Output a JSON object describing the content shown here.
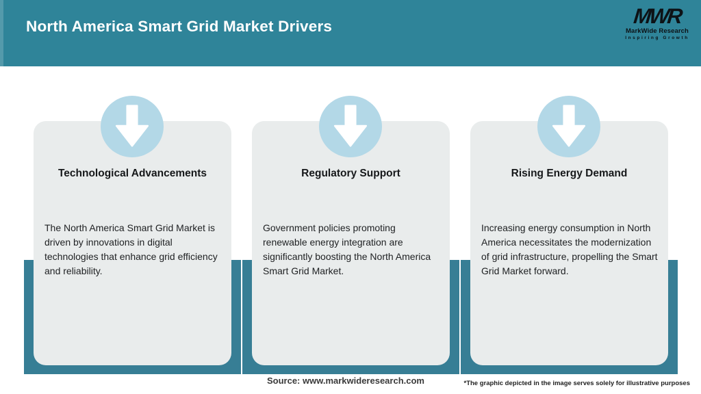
{
  "header": {
    "title": "North America Smart Grid Market Drivers",
    "logo": {
      "mark": "MWR",
      "name": "MarkWide Research",
      "tagline": "Inspiring Growth"
    }
  },
  "cards": [
    {
      "icon": "down-arrow-icon",
      "title": "Technological Advancements",
      "body": "The North America Smart Grid Market is driven by innovations in digital technologies that enhance grid efficiency and reliability."
    },
    {
      "icon": "down-arrow-icon",
      "title": "Regulatory Support",
      "body": "Government policies promoting renewable energy integration are significantly boosting the North America Smart Grid Market."
    },
    {
      "icon": "down-arrow-icon",
      "title": "Rising Energy Demand",
      "body": "Increasing energy consumption in North America necessitates the modernization of grid infrastructure, propelling the Smart Grid Market forward."
    }
  ],
  "footer": {
    "source": "Source: www.markwideresearch.com",
    "disclaimer": "*The graphic depicted in the image serves solely for illustrative purposes"
  },
  "colors": {
    "header_teal": "#2F8499",
    "band_teal": "#377E95",
    "card_gray": "#E9ECEC",
    "circle_blue": "#B3D8E7",
    "title_text": "#16181A",
    "body_text": "#202224",
    "white": "#FFFFFF"
  }
}
